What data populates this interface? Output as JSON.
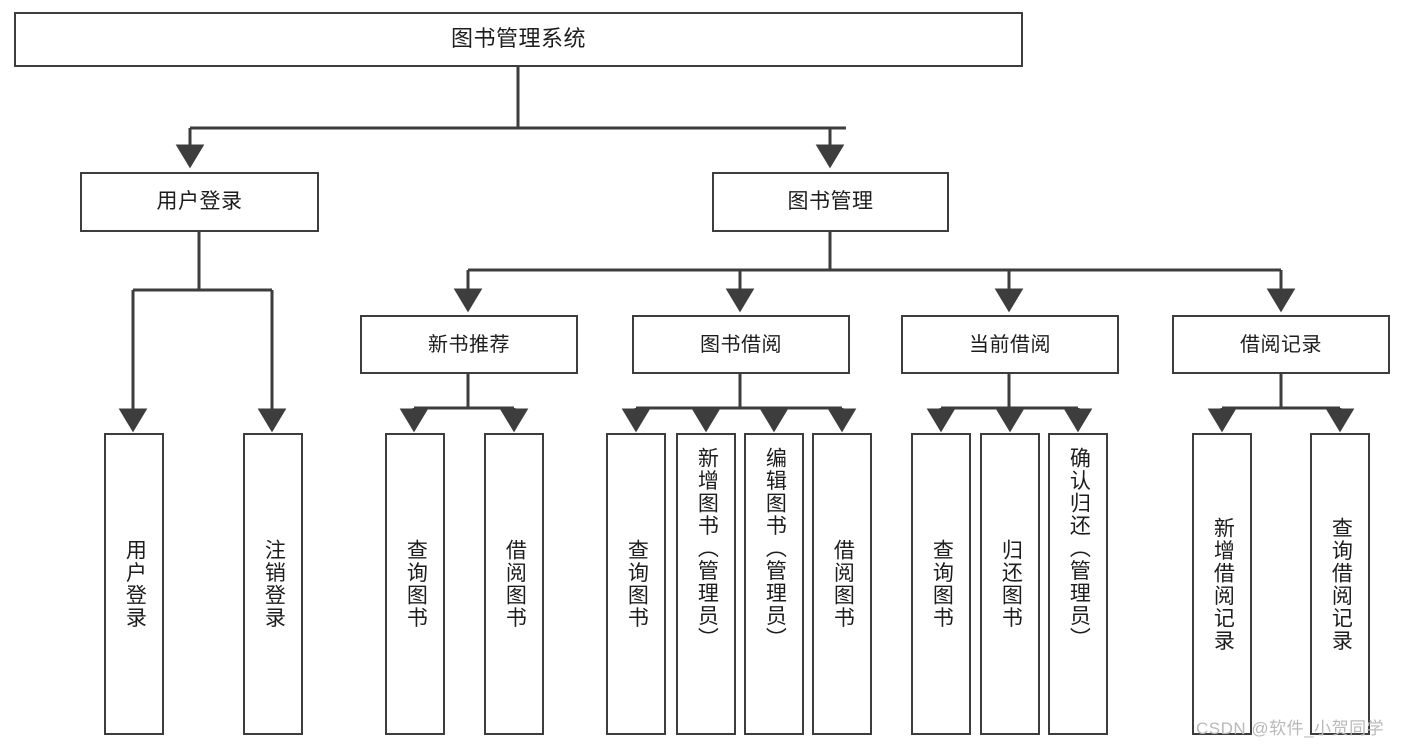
{
  "diagram": {
    "title": "图书管理系统",
    "type": "tree",
    "colors": {
      "background": "#ffffff",
      "border": "#3d3d3d",
      "line": "#3d3d3d",
      "text": "#1d1d1d",
      "watermark": "#b9b9b9"
    },
    "root": {
      "label": "图书管理系统"
    },
    "level2": [
      {
        "label": "用户登录"
      },
      {
        "label": "图书管理"
      }
    ],
    "level3": [
      {
        "label": "新书推荐"
      },
      {
        "label": "图书借阅"
      },
      {
        "label": "当前借阅"
      },
      {
        "label": "借阅记录"
      }
    ],
    "leaves": {
      "user_login": [
        {
          "label": "用户登录"
        },
        {
          "label": "注销登录"
        }
      ],
      "new_book_recommend": [
        {
          "label": "查询图书"
        },
        {
          "label": "借阅图书"
        }
      ],
      "book_borrow": [
        {
          "label": "查询图书"
        },
        {
          "label": "新增图书（管理员）"
        },
        {
          "label": "编辑图书（管理员）"
        },
        {
          "label": "借阅图书"
        }
      ],
      "current_borrow": [
        {
          "label": "查询图书"
        },
        {
          "label": "归还图书"
        },
        {
          "label": "确认归还（管理员）"
        }
      ],
      "borrow_record": [
        {
          "label": "新增借阅记录"
        },
        {
          "label": "查询借阅记录"
        }
      ]
    }
  },
  "watermark": {
    "text": "CSDN @软件_小贺同学"
  }
}
